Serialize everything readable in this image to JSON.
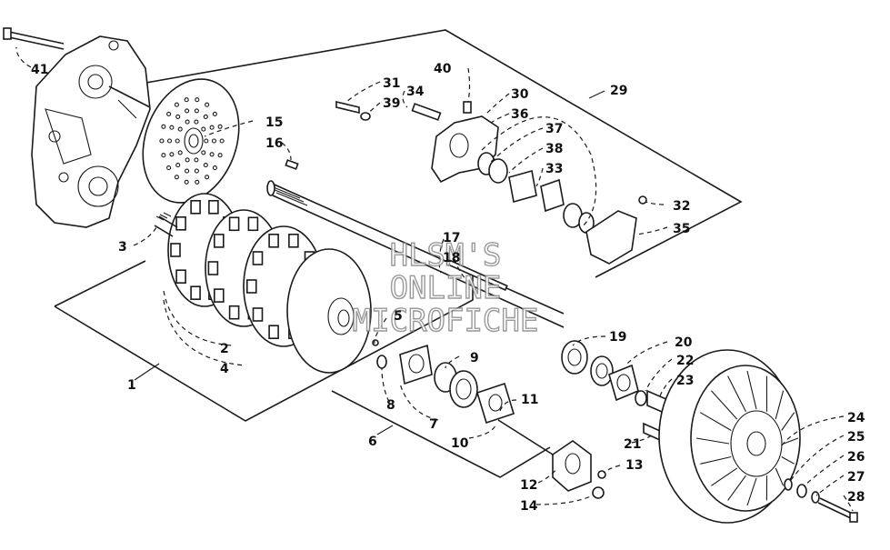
{
  "watermark": [
    "HLSM'S",
    "ONLINE",
    "MICROFICHE"
  ],
  "callouts": [
    "1",
    "2",
    "3",
    "4",
    "5",
    "6",
    "7",
    "8",
    "9",
    "10",
    "11",
    "12",
    "13",
    "14",
    "15",
    "16",
    "17",
    "18",
    "19",
    "20",
    "21",
    "22",
    "23",
    "24",
    "25",
    "26",
    "27",
    "28",
    "29",
    "30",
    "31",
    "32",
    "33",
    "34",
    "35",
    "36",
    "37",
    "38",
    "39",
    "40",
    "41"
  ]
}
